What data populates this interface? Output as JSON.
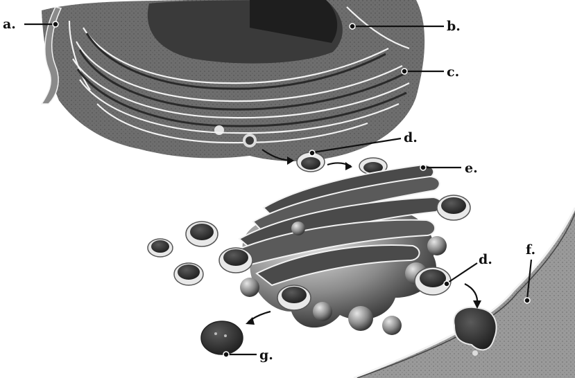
{
  "figure": {
    "labels": {
      "a": "a.",
      "b": "b.",
      "c": "c.",
      "d_upper": "d.",
      "e": "e.",
      "d_lower": "d.",
      "f": "f.",
      "g": "g."
    },
    "colors": {
      "ink": "#111111",
      "er_fill": "#6e6e6e",
      "er_dark": "#3a3a3a",
      "golgi_fill": "#7a7a7a",
      "golgi_light": "#c8c8c8",
      "membrane_fill": "#9a9a9a",
      "lumen_highlight": "#f2f2f2"
    }
  }
}
